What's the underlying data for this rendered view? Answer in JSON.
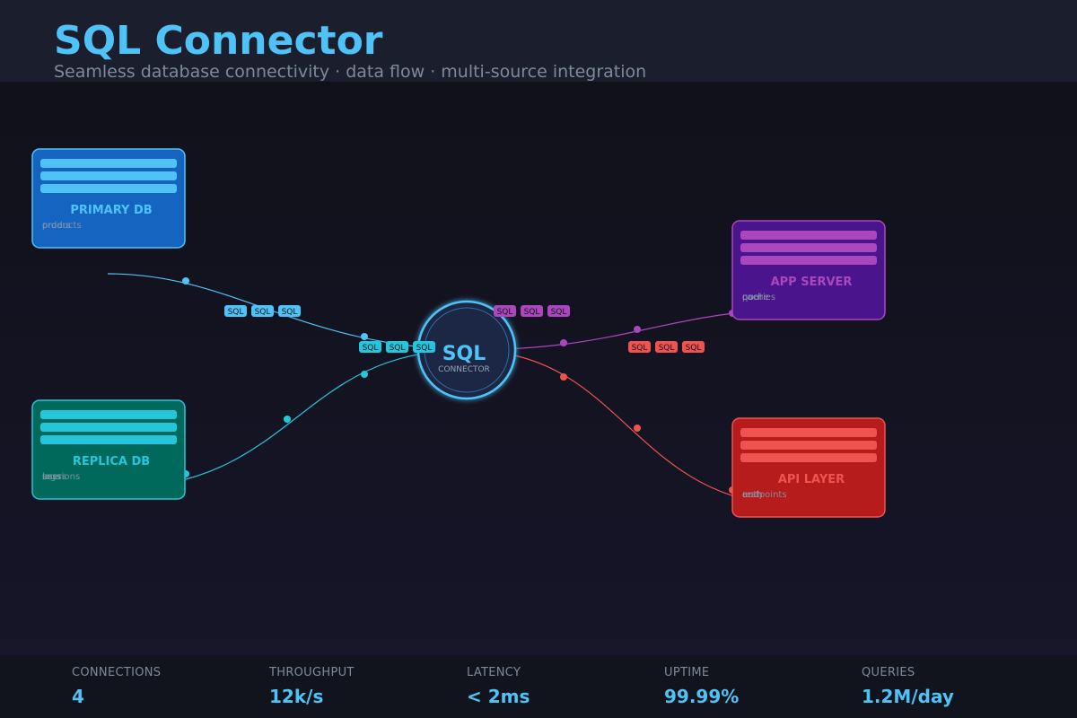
{
  "header": {
    "title": "SQL Connector",
    "subtitle": "Seamless database connectivity · data flow · multi-source integration"
  },
  "hub": {
    "label": "SQL",
    "sublabel": "CONNECTOR"
  },
  "nodes": [
    {
      "id": "primary",
      "name": "PRIMARY DB",
      "tags": [
        "orders",
        "products"
      ],
      "fill": "#1565c0",
      "stroke": "#4fc3f7",
      "bar": "#4fc3f7",
      "accent": "#4fc3f7"
    },
    {
      "id": "replica",
      "name": "REPLICA DB",
      "tags": [
        "users",
        "logs",
        "sessions"
      ],
      "fill": "#00695c",
      "stroke": "#26c6da",
      "bar": "#26c6da",
      "accent": "#26c6da"
    },
    {
      "id": "app",
      "name": "APP SERVER",
      "tags": [
        "queries",
        "cache",
        "pool"
      ],
      "fill": "#4a148c",
      "stroke": "#ab47bc",
      "bar": "#ab47bc",
      "accent": "#ab47bc"
    },
    {
      "id": "api",
      "name": "API LAYER",
      "tags": [
        "auth",
        "rest",
        "endpoints"
      ],
      "fill": "#b71c1c",
      "stroke": "#ef5350",
      "bar": "#ef5350",
      "accent": "#ef5350"
    }
  ],
  "badge_text": "SQL",
  "stats": [
    {
      "label": "CONNECTIONS",
      "value": "4"
    },
    {
      "label": "THROUGHPUT",
      "value": "12k/s"
    },
    {
      "label": "LATENCY",
      "value": "< 2ms"
    },
    {
      "label": "UPTIME",
      "value": "99.99%"
    },
    {
      "label": "QUERIES",
      "value": "1.2M/day"
    }
  ]
}
